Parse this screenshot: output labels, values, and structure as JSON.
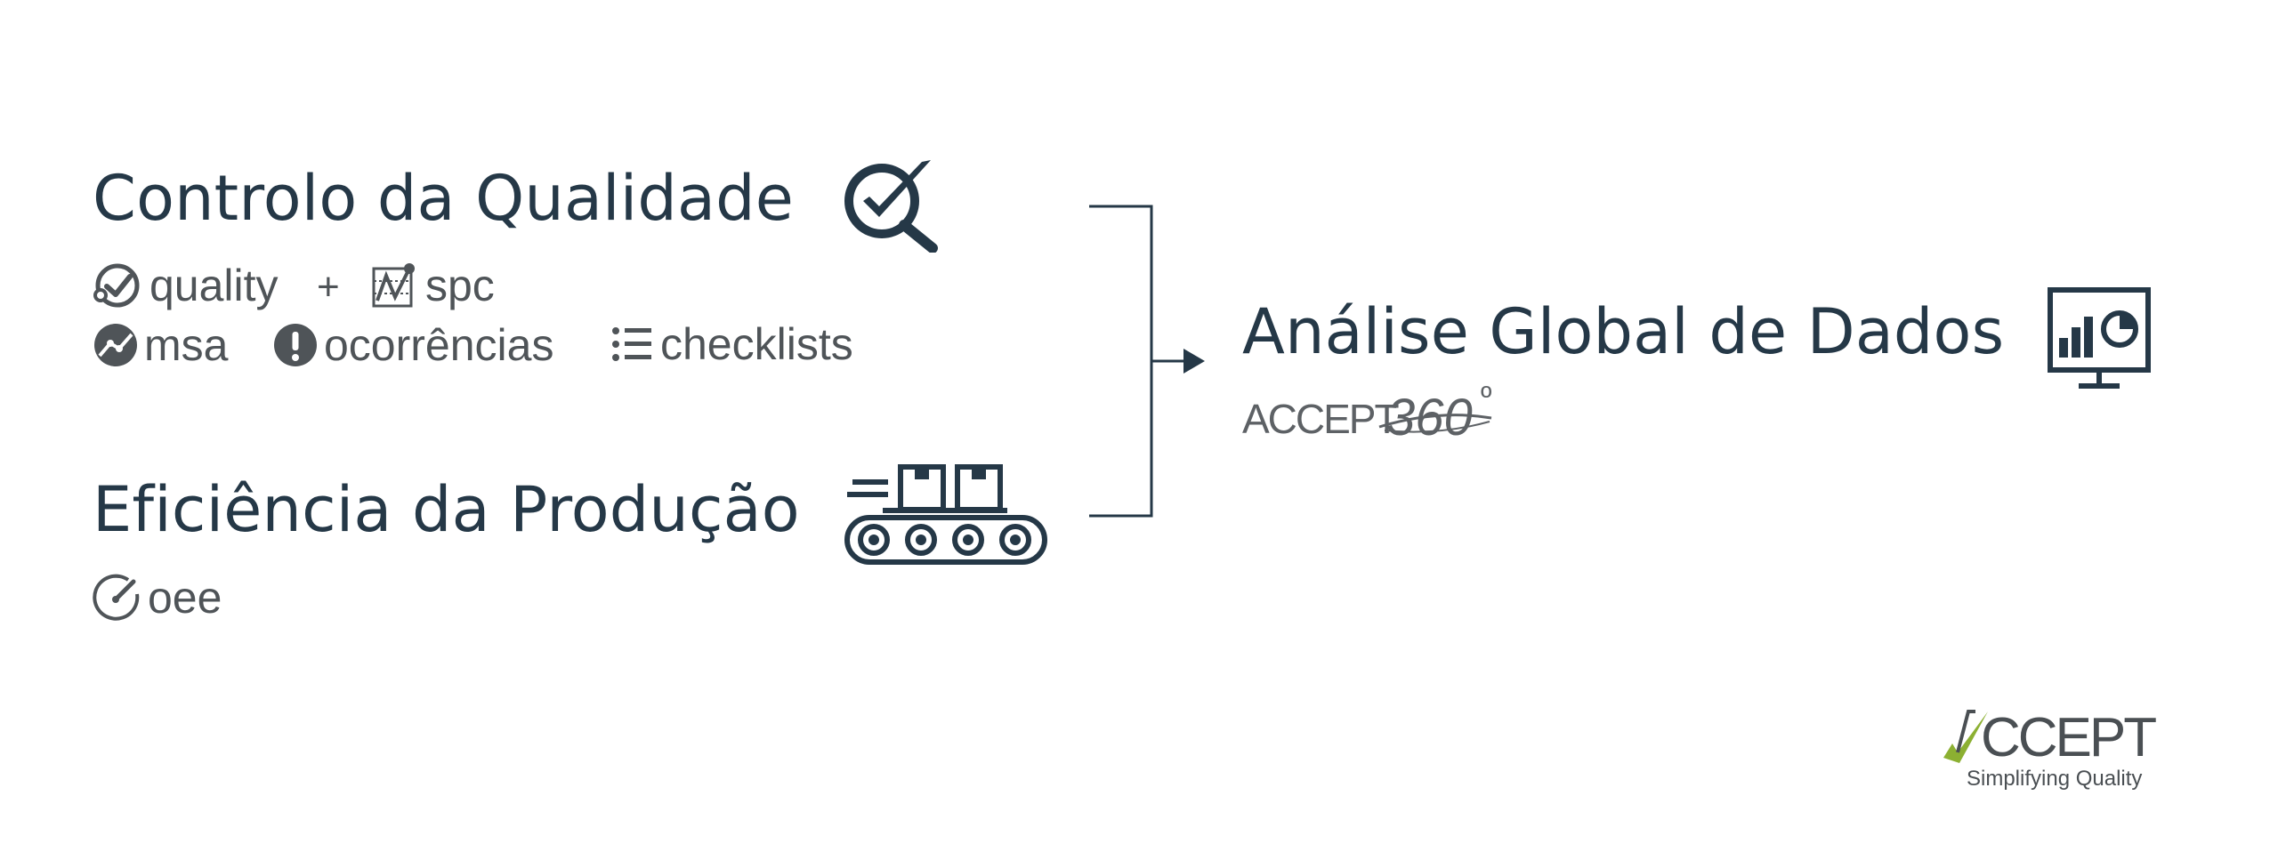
{
  "left": {
    "quality_control": {
      "title": "Controlo da Qualidade",
      "icon": "check-magnifier-icon",
      "modules": [
        {
          "label": "quality",
          "icon": "quality-check-icon"
        },
        {
          "label": "spc",
          "icon": "spc-chart-icon"
        },
        {
          "label": "msa",
          "icon": "msa-icon"
        },
        {
          "label": "ocorrências",
          "icon": "exclamation-circle-icon"
        },
        {
          "label": "checklists",
          "icon": "list-icon"
        }
      ],
      "plus": "+"
    },
    "production_efficiency": {
      "title": "Eficiência da Produção",
      "icon": "conveyor-belt-icon",
      "modules": [
        {
          "label": "oee",
          "icon": "gauge-icon"
        }
      ]
    }
  },
  "right": {
    "title": "Análise Global de Dados",
    "icon": "monitor-chart-icon",
    "product": {
      "name": "ACCEPT",
      "suffix": "360",
      "degree": "º"
    }
  },
  "logo": {
    "name": "CCEPT",
    "tagline": "Simplifying Quality",
    "accent": "#8cb032"
  },
  "colors": {
    "primary": "#253847",
    "secondary": "#4f5458"
  }
}
